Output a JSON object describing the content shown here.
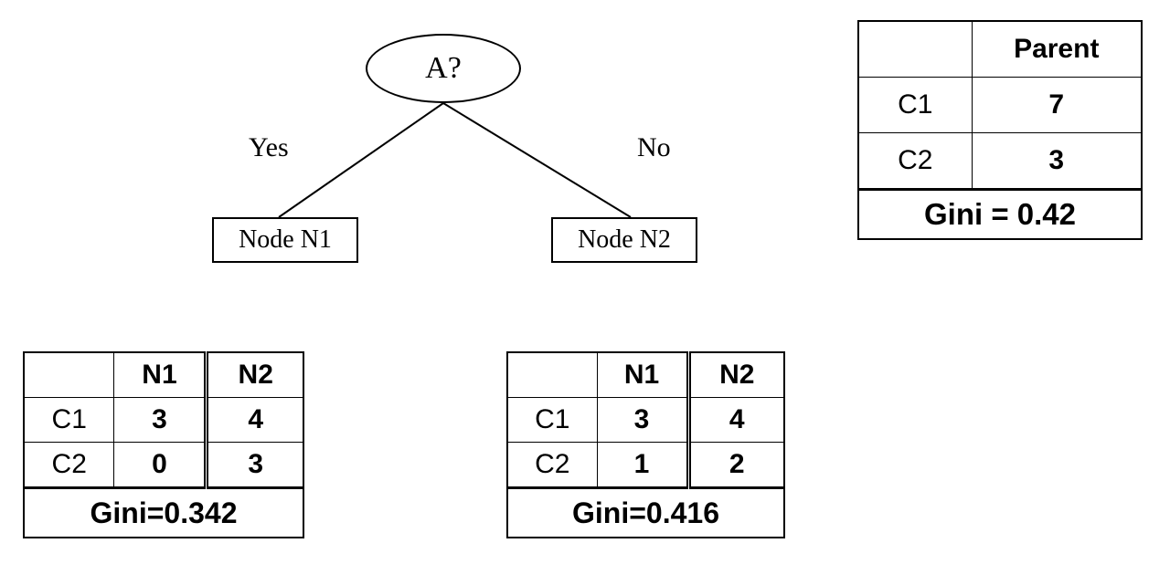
{
  "tree": {
    "root": {
      "label": "A?",
      "shape": "ellipse"
    },
    "edges": [
      {
        "label": "Yes",
        "to": "Node N1"
      },
      {
        "label": "No",
        "to": "Node N2"
      }
    ],
    "children": [
      {
        "label": "Node N1"
      },
      {
        "label": "Node N2"
      }
    ]
  },
  "parent_table": {
    "name": "Parent",
    "corner": "",
    "header": "Parent",
    "rows": [
      {
        "label": "C1",
        "value": "7"
      },
      {
        "label": "C2",
        "value": "3"
      }
    ],
    "gini": "Gini = 0.42"
  },
  "left_table": {
    "corner": "",
    "headers": [
      "N1",
      "N2"
    ],
    "rows": [
      {
        "label": "C1",
        "n1": "3",
        "n2": "4"
      },
      {
        "label": "C2",
        "n1": "0",
        "n2": "3"
      }
    ],
    "gini": "Gini=0.342"
  },
  "right_table": {
    "corner": "",
    "headers": [
      "N1",
      "N2"
    ],
    "rows": [
      {
        "label": "C1",
        "n1": "3",
        "n2": "4"
      },
      {
        "label": "C2",
        "n1": "1",
        "n2": "2"
      }
    ],
    "gini": "Gini=0.416"
  },
  "colors": {
    "ink": "#000000",
    "page": "#ffffff"
  }
}
